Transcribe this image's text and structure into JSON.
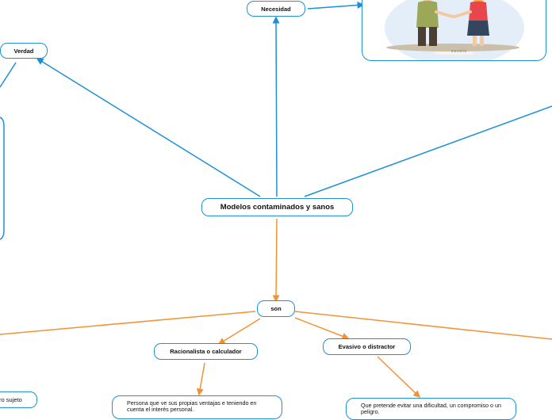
{
  "central": "Modelos contaminados y sanos",
  "nodes": {
    "necesidad": "Necesidad",
    "verdad": "Verdad",
    "son": "son",
    "racionalista": "Racionalista o calculador",
    "evasivo": "Evasivo o distractor",
    "otro_sujeto": "ro sujeto"
  },
  "descriptions": {
    "racionalista": "Persona que ve sus propias ventajas e  teniendo en cuenta el interés personal.",
    "evasivo": "Que pretende evitar una dificultad, un compromiso o un peligro."
  },
  "image": {
    "watermark": "vexels"
  },
  "colors": {
    "blue": "#1e90d6",
    "orange": "#f39234"
  }
}
